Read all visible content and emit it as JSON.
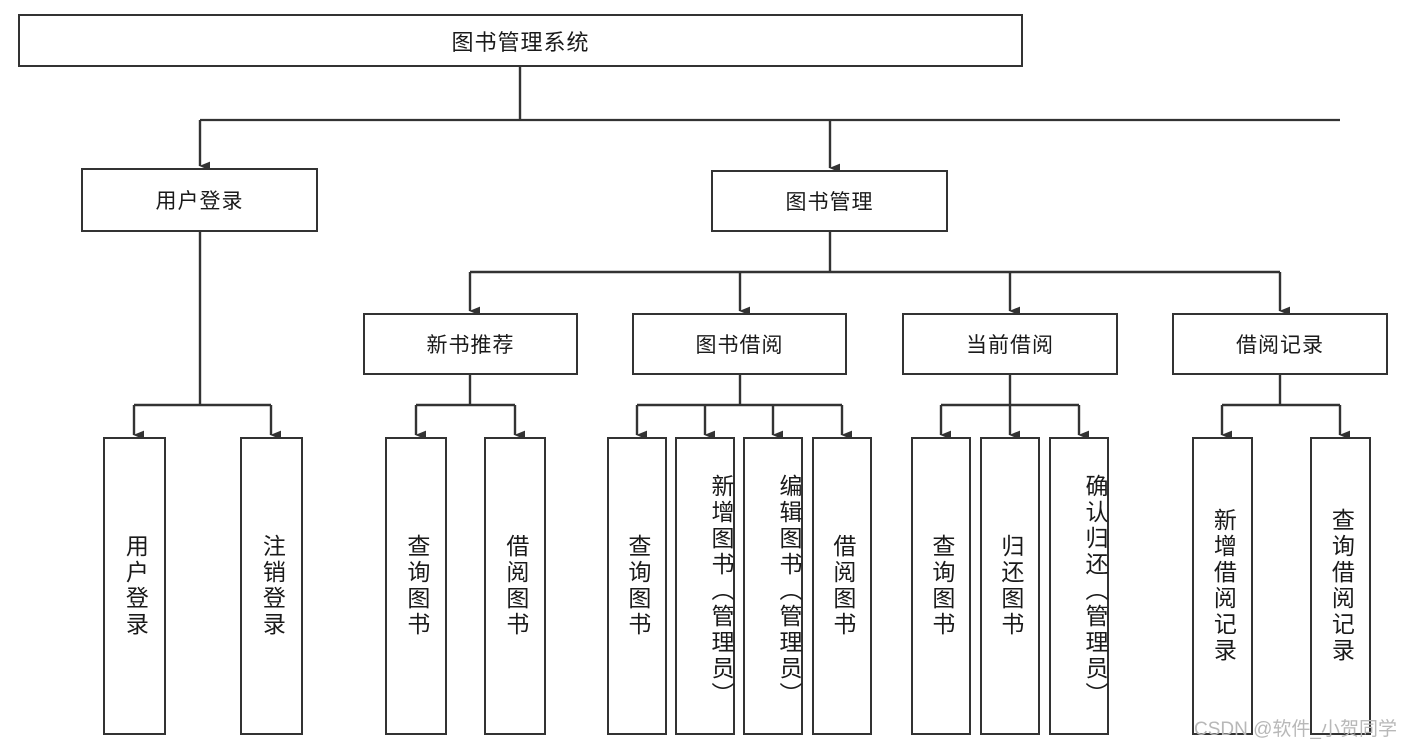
{
  "diagram": {
    "title_node": {
      "label": "图书管理系统"
    },
    "level2": [
      {
        "id": "user-login",
        "label": "用户登录"
      },
      {
        "id": "book-manage",
        "label": "图书管理"
      }
    ],
    "level3": [
      {
        "id": "new-book-recommend",
        "label": "新书推荐"
      },
      {
        "id": "book-borrow",
        "label": "图书借阅"
      },
      {
        "id": "current-borrow",
        "label": "当前借阅"
      },
      {
        "id": "borrow-record",
        "label": "借阅记录"
      }
    ],
    "leaves": {
      "user_login": [
        {
          "id": "leaf-user-login",
          "label": "用户登录"
        },
        {
          "id": "leaf-logout-login",
          "label": "注销登录"
        }
      ],
      "new_book_recommend": [
        {
          "id": "leaf-query-book-1",
          "label": "查询图书"
        },
        {
          "id": "leaf-borrow-book-1",
          "label": "借阅图书"
        }
      ],
      "book_borrow": [
        {
          "id": "leaf-query-book-2",
          "label": "查询图书"
        },
        {
          "id": "leaf-add-book",
          "label": "新增图书（管理员）"
        },
        {
          "id": "leaf-edit-book",
          "label": "编辑图书（管理员）"
        },
        {
          "id": "leaf-borrow-book-2",
          "label": "借阅图书"
        }
      ],
      "current_borrow": [
        {
          "id": "leaf-query-book-3",
          "label": "查询图书"
        },
        {
          "id": "leaf-return-book",
          "label": "归还图书"
        },
        {
          "id": "leaf-confirm-return",
          "label": "确认归还（管理员）"
        }
      ],
      "borrow_record": [
        {
          "id": "leaf-add-record",
          "label": "新增借阅记录"
        },
        {
          "id": "leaf-query-record",
          "label": "查询借阅记录"
        }
      ]
    }
  },
  "watermark": {
    "text": "CSDN @软件_小贺同学"
  },
  "colors": {
    "stroke": "#333333",
    "background": "#ffffff",
    "text": "#1a1a1a",
    "watermark": "#b8b8b8"
  }
}
